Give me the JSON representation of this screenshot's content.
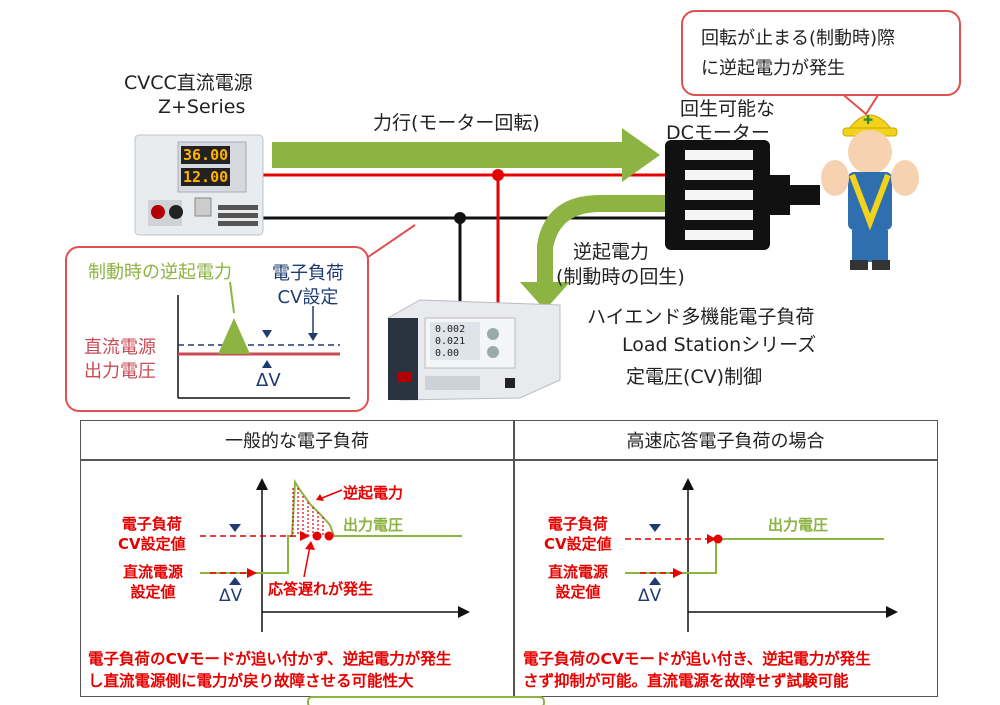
{
  "top": {
    "power_supply": {
      "title_line1": "CVCC直流電源",
      "title_line2": "Z+Series",
      "display1": "36.00",
      "display2": "12.00"
    },
    "arrow_label": "力行(モーター回転)",
    "motor": {
      "line1": "回生可能な",
      "line2": "DCモーター"
    },
    "bubble": {
      "line1": "回転が止まる(制動時)際",
      "line2": "に逆起電力が発生"
    },
    "regen": {
      "line1": "逆起電力",
      "line2": "(制動時の回生)"
    },
    "load": {
      "line1": "ハイエンド多機能電子負荷",
      "line2": "Load Stationシリーズ",
      "line3": "定電圧(CV)制御",
      "display1": "0.002",
      "display2": "0.021",
      "display3": "0.00"
    }
  },
  "inset": {
    "regen_label": "制動時の逆起電力",
    "cv_label_line1": "電子負荷",
    "cv_label_line2": "CV設定",
    "supply_line1": "直流電源",
    "supply_line2": "出力電圧",
    "delta": "ΔV"
  },
  "table": {
    "left": {
      "header": "一般的な電子負荷",
      "regen": "逆起電力",
      "output": "出力電圧",
      "cv_line1": "電子負荷",
      "cv_line2": "CV設定値",
      "supply_line1": "直流電源",
      "supply_line2": "設定値",
      "delay": "応答遅れが発生",
      "delta": "ΔV",
      "note_line1": "電子負荷のCVモードが追い付かず、逆起電力が発生",
      "note_line2": "し直流電源側に電力が戻り故障させる可能性大"
    },
    "right": {
      "header": "高速応答電子負荷の場合",
      "output": "出力電圧",
      "cv_line1": "電子負荷",
      "cv_line2": "CV設定値",
      "supply_line1": "直流電源",
      "supply_line2": "設定値",
      "delta": "ΔV",
      "note_line1": "電子負荷のCVモードが追い付き、逆起電力が発生",
      "note_line2": "さず抑制が可能。直流電源を故障せず試験可能"
    }
  },
  "colors": {
    "accent_green": "#8db442",
    "red": "#e60000",
    "navy": "#1f3b73",
    "border_red": "#e05050"
  }
}
